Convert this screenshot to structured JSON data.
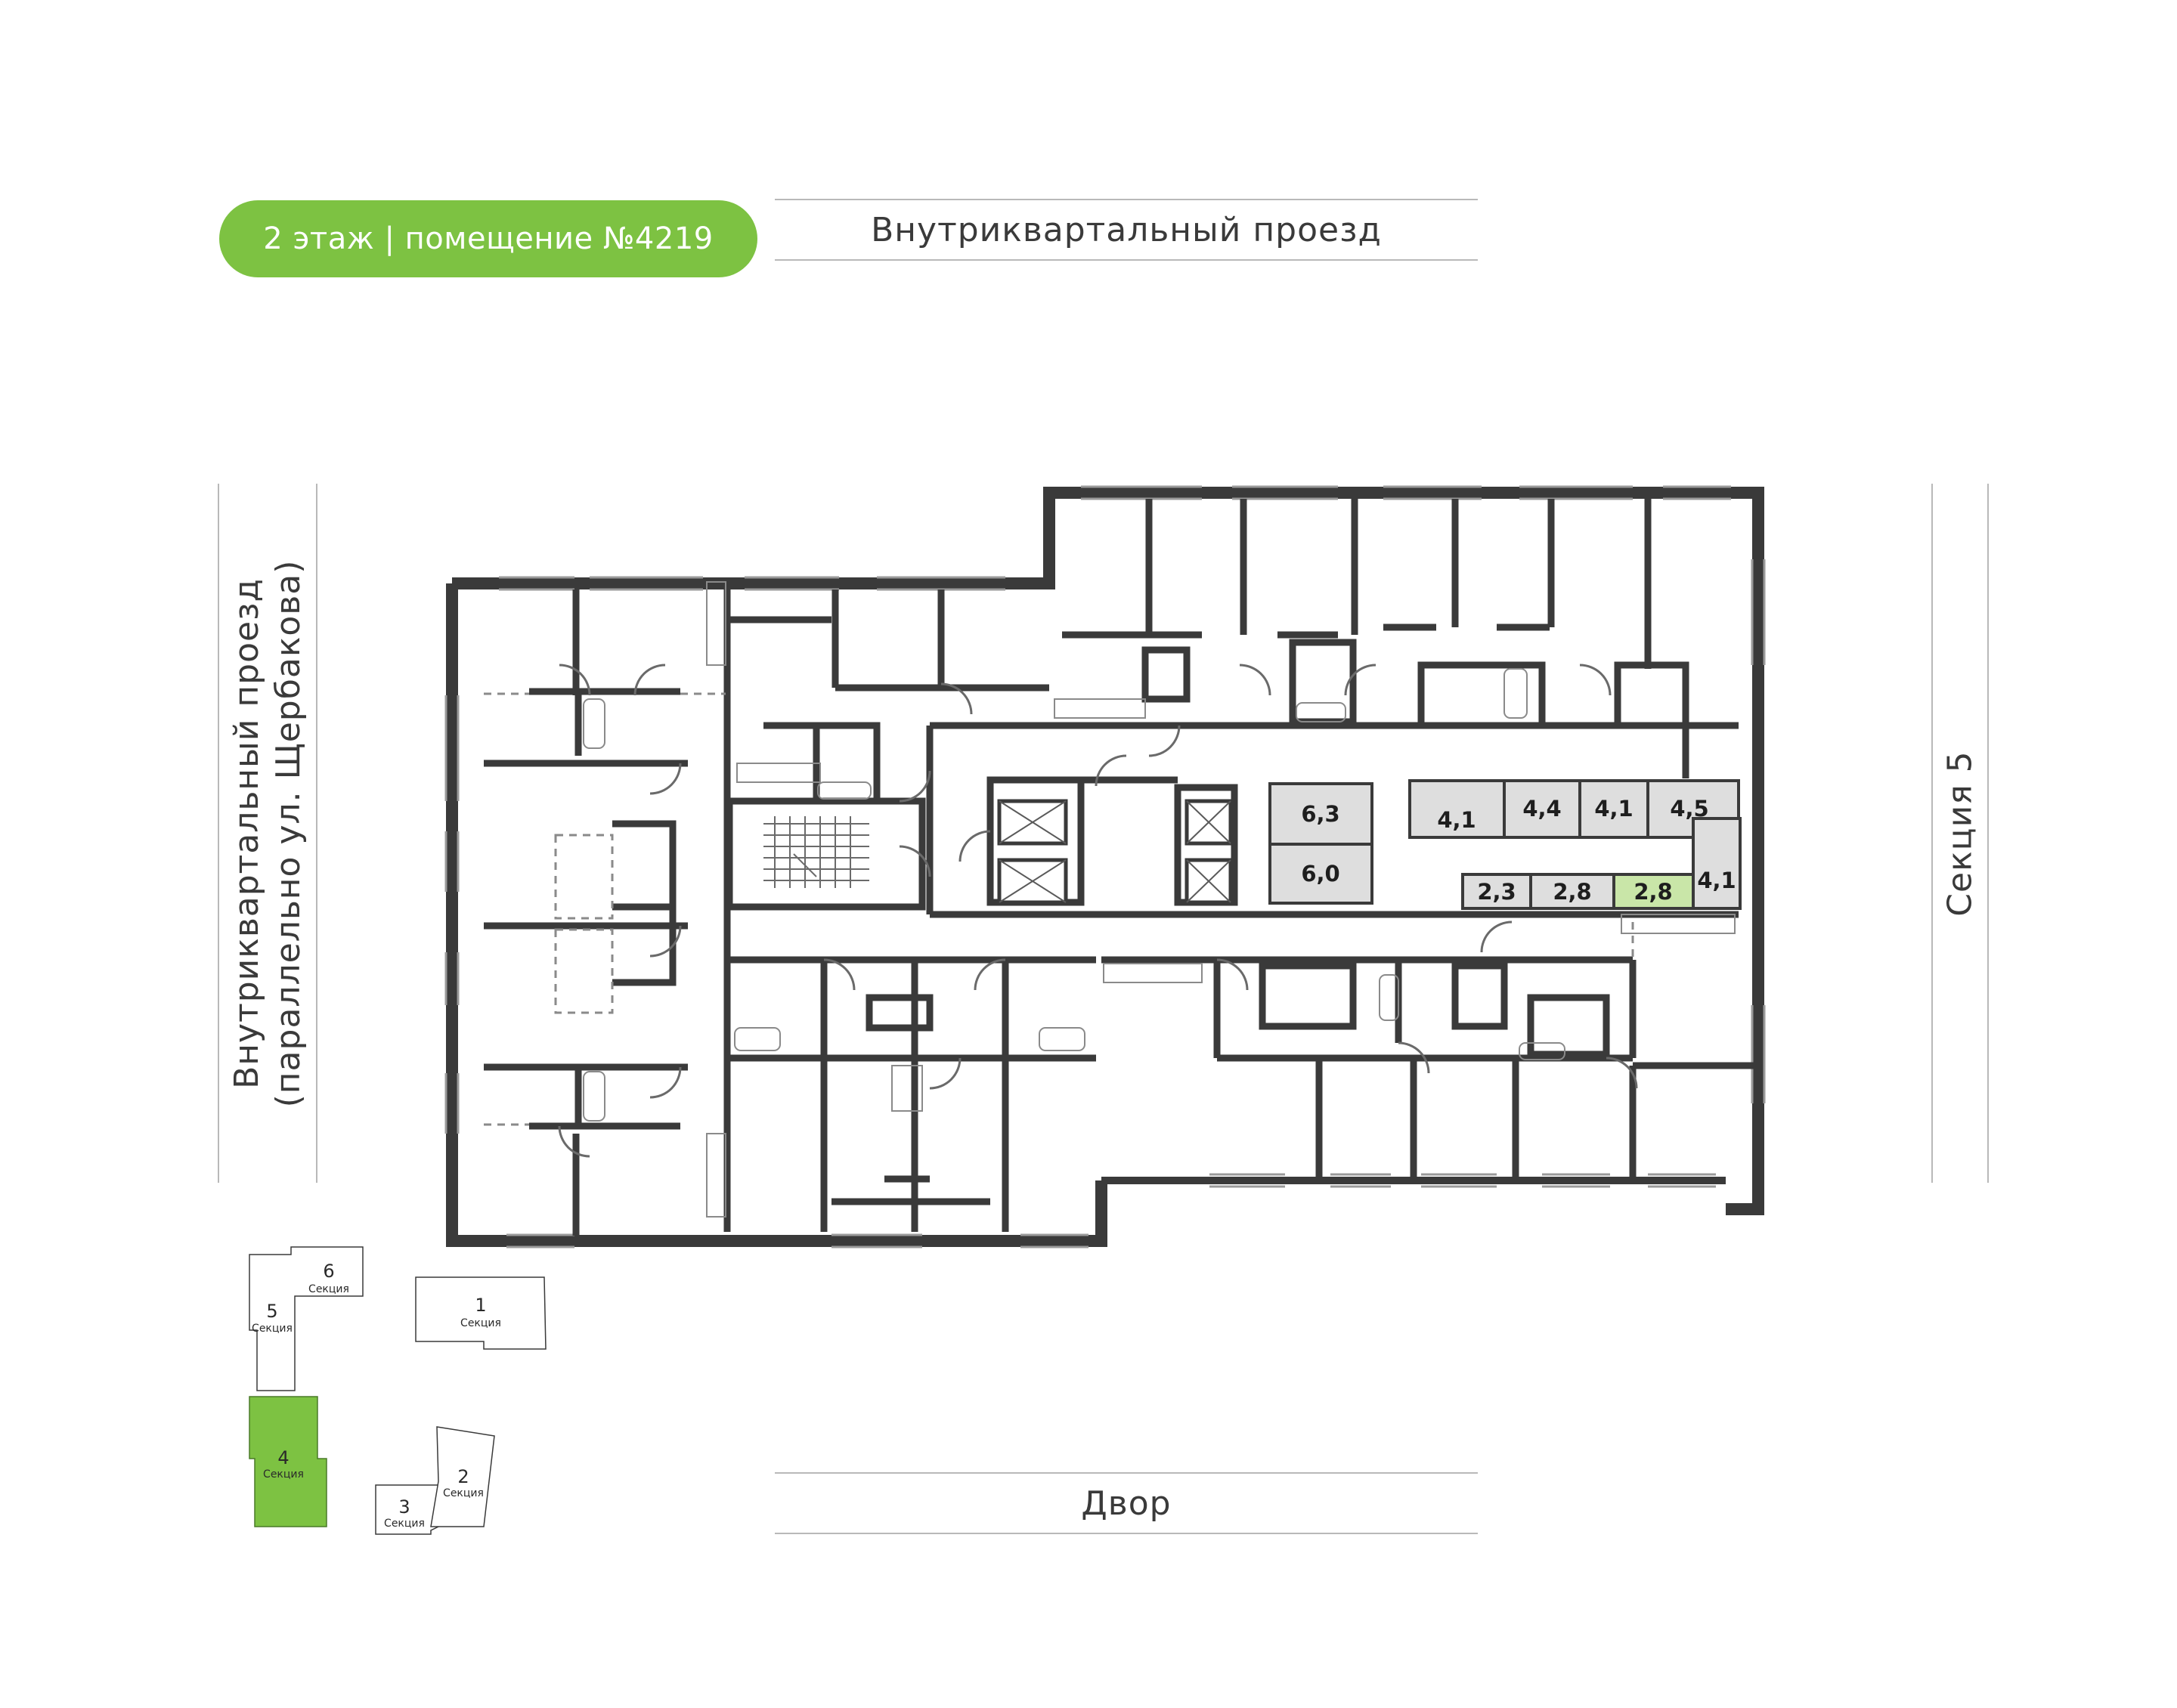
{
  "header": {
    "badge": "2 этаж | помещение №4219",
    "badge_color": "#7dc242"
  },
  "streets": {
    "top": "Внутриквартальный проезд",
    "left_line1": "Внутриквартальный проезд",
    "left_line2": "(параллельно ул. Щербакова)",
    "right": "Секция 5",
    "bottom": "Двор"
  },
  "storage_units": [
    {
      "label": "6,3",
      "selected": false
    },
    {
      "label": "6,0",
      "selected": false
    },
    {
      "label": "4,1",
      "selected": false
    },
    {
      "label": "4,4",
      "selected": false
    },
    {
      "label": "4,1",
      "selected": false
    },
    {
      "label": "4,5",
      "selected": false
    },
    {
      "label": "2,3",
      "selected": false
    },
    {
      "label": "2,8",
      "selected": false
    },
    {
      "label": "2,8",
      "selected": true
    },
    {
      "label": "4,1",
      "selected": false
    }
  ],
  "key_plan": {
    "section_word": "Секция",
    "sections": [
      {
        "num": "6",
        "active": false
      },
      {
        "num": "5",
        "active": false
      },
      {
        "num": "1",
        "active": false
      },
      {
        "num": "4",
        "active": true
      },
      {
        "num": "2",
        "active": false
      },
      {
        "num": "3",
        "active": false
      }
    ],
    "active_color": "#7dc242"
  }
}
